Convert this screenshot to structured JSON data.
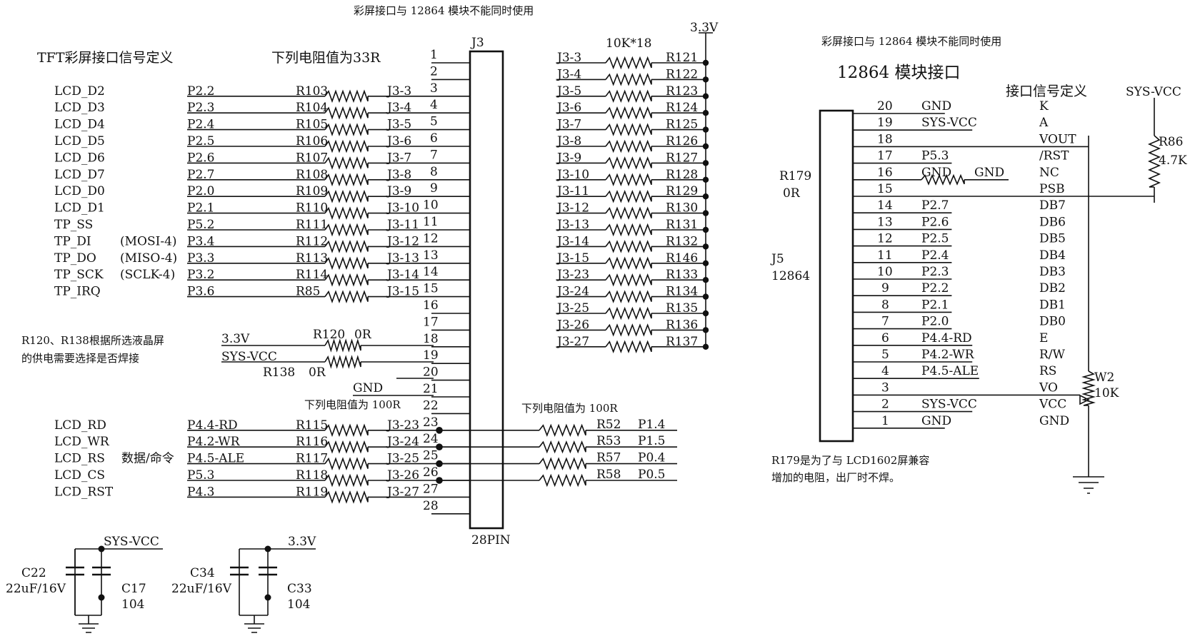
{
  "header": {
    "top_note": "彩屏接口与 12864 模块不能同时使用",
    "supply_3v3": "3.3V",
    "pullup_spec": "10K*18"
  },
  "tft": {
    "title": "TFT彩屏接口信号定义",
    "resistor_note": "下列电阻值为33R",
    "rows": [
      {
        "sig": "LCD_D2",
        "alt": "",
        "port": "P2.2",
        "res": "R103",
        "net": "J3-3"
      },
      {
        "sig": "LCD_D3",
        "alt": "",
        "port": "P2.3",
        "res": "R104",
        "net": "J3-4"
      },
      {
        "sig": "LCD_D4",
        "alt": "",
        "port": "P2.4",
        "res": "R105",
        "net": "J3-5"
      },
      {
        "sig": "LCD_D5",
        "alt": "",
        "port": "P2.5",
        "res": "R106",
        "net": "J3-6"
      },
      {
        "sig": "LCD_D6",
        "alt": "",
        "port": "P2.6",
        "res": "R107",
        "net": "J3-7"
      },
      {
        "sig": "LCD_D7",
        "alt": "",
        "port": "P2.7",
        "res": "R108",
        "net": "J3-8"
      },
      {
        "sig": "LCD_D0",
        "alt": "",
        "port": "P2.0",
        "res": "R109",
        "net": "J3-9"
      },
      {
        "sig": "LCD_D1",
        "alt": "",
        "port": "P2.1",
        "res": "R110",
        "net": "J3-10"
      },
      {
        "sig": "TP_SS",
        "alt": "",
        "port": "P5.2",
        "res": "R111",
        "net": "J3-11"
      },
      {
        "sig": "TP_DI",
        "alt": "(MOSI-4)",
        "port": "P3.4",
        "res": "R112",
        "net": "J3-12"
      },
      {
        "sig": "TP_DO",
        "alt": "(MISO-4)",
        "port": "P3.3",
        "res": "R113",
        "net": "J3-13"
      },
      {
        "sig": "TP_SCK",
        "alt": "(SCLK-4)",
        "port": "P3.2",
        "res": "R114",
        "net": "J3-14"
      },
      {
        "sig": "TP_IRQ",
        "alt": "",
        "port": "P3.6",
        "res": "R85",
        "net": "J3-15"
      }
    ],
    "power_note_1": "R120、R138根据所选液晶屏",
    "power_note_2": "的供电需要选择是否焊接",
    "p18_src": "3.3V",
    "p18_res": "R120",
    "p18_val": "0R",
    "p19_src": "SYS-VCC",
    "p20_res": "R138",
    "p20_val": "0R",
    "p21_net": "GND",
    "ctrl_note": "下列电阻值为 100R",
    "ctrl_rows": [
      {
        "sig": "LCD_RD",
        "alt": "",
        "port": "P4.4-RD",
        "res": "R115",
        "net": "J3-23"
      },
      {
        "sig": "LCD_WR",
        "alt": "",
        "port": "P4.2-WR",
        "res": "R116",
        "net": "J3-24"
      },
      {
        "sig": "LCD_RS",
        "alt": "数据/命令",
        "port": "P4.5-ALE",
        "res": "R117",
        "net": "J3-25"
      },
      {
        "sig": "LCD_CS",
        "alt": "",
        "port": "P5.3",
        "res": "R118",
        "net": "J3-26"
      },
      {
        "sig": "LCD_RST",
        "alt": "",
        "port": "P4.3",
        "res": "R119",
        "net": "J3-27"
      }
    ]
  },
  "j3": {
    "ref": "J3",
    "footprint": "28PIN",
    "pins": [
      "1",
      "2",
      "3",
      "4",
      "5",
      "6",
      "7",
      "8",
      "9",
      "10",
      "11",
      "12",
      "13",
      "14",
      "15",
      "16",
      "17",
      "18",
      "19",
      "20",
      "21",
      "22",
      "23",
      "24",
      "25",
      "26",
      "27",
      "28"
    ]
  },
  "pullups": {
    "rows": [
      {
        "net": "J3-3",
        "res": "R121"
      },
      {
        "net": "J3-4",
        "res": "R122"
      },
      {
        "net": "J3-5",
        "res": "R123"
      },
      {
        "net": "J3-6",
        "res": "R124"
      },
      {
        "net": "J3-7",
        "res": "R125"
      },
      {
        "net": "J3-8",
        "res": "R126"
      },
      {
        "net": "J3-9",
        "res": "R127"
      },
      {
        "net": "J3-10",
        "res": "R128"
      },
      {
        "net": "J3-11",
        "res": "R129"
      },
      {
        "net": "J3-12",
        "res": "R130"
      },
      {
        "net": "J3-13",
        "res": "R131"
      },
      {
        "net": "J3-14",
        "res": "R132"
      },
      {
        "net": "J3-15",
        "res": "R146"
      },
      {
        "net": "J3-23",
        "res": "R133"
      },
      {
        "net": "J3-24",
        "res": "R134"
      },
      {
        "net": "J3-25",
        "res": "R135"
      },
      {
        "net": "J3-26",
        "res": "R136"
      },
      {
        "net": "J3-27",
        "res": "R137"
      }
    ]
  },
  "right_bus": {
    "note": "下列电阻值为 100R",
    "rows": [
      {
        "res": "R52",
        "port": "P1.4"
      },
      {
        "res": "R53",
        "port": "P1.5"
      },
      {
        "res": "R57",
        "port": "P0.4"
      },
      {
        "res": "R58",
        "port": "P0.5"
      }
    ]
  },
  "caps": {
    "left_rail": "SYS-VCC",
    "right_rail": "3.3V",
    "c22_ref": "C22",
    "c22_val": "22uF/16V",
    "c17_ref": "C17",
    "c17_val": "104",
    "c34_ref": "C34",
    "c34_val": "22uF/16V",
    "c33_ref": "C33",
    "c33_val": "104"
  },
  "m12864": {
    "top_note": "彩屏接口与 12864 模块不能同时使用",
    "title": "12864 模块接口",
    "subtitle": "接口信号定义",
    "ref": "J5",
    "part": "12864",
    "r179_ref": "R179",
    "r179_val": "0R",
    "r179_note_1": "R179是为了与 LCD1602屏兼容",
    "r179_note_2": "增加的电阻，出厂时不焊。",
    "rows": [
      {
        "pin": "20",
        "net": "GND",
        "fn": "K"
      },
      {
        "pin": "19",
        "net": "SYS-VCC",
        "fn": "A"
      },
      {
        "pin": "18",
        "net": "",
        "fn": "VOUT"
      },
      {
        "pin": "17",
        "net": "P5.3",
        "fn": "/RST"
      },
      {
        "pin": "16",
        "net": "GND",
        "fn": "NC"
      },
      {
        "pin": "15",
        "net": "",
        "fn": "PSB"
      },
      {
        "pin": "14",
        "net": "P2.7",
        "fn": "DB7"
      },
      {
        "pin": "13",
        "net": "P2.6",
        "fn": "DB6"
      },
      {
        "pin": "12",
        "net": "P2.5",
        "fn": "DB5"
      },
      {
        "pin": "11",
        "net": "P2.4",
        "fn": "DB4"
      },
      {
        "pin": "10",
        "net": "P2.3",
        "fn": "DB3"
      },
      {
        "pin": "9",
        "net": "P2.2",
        "fn": "DB2"
      },
      {
        "pin": "8",
        "net": "P2.1",
        "fn": "DB1"
      },
      {
        "pin": "7",
        "net": "P2.0",
        "fn": "DB0"
      },
      {
        "pin": "6",
        "net": "P4.4-RD",
        "fn": "E"
      },
      {
        "pin": "5",
        "net": "P4.2-WR",
        "fn": "R/W"
      },
      {
        "pin": "4",
        "net": "P4.5-ALE",
        "fn": "RS"
      },
      {
        "pin": "3",
        "net": "",
        "fn": "VO"
      },
      {
        "pin": "2",
        "net": "SYS-VCC",
        "fn": "VCC"
      },
      {
        "pin": "1",
        "net": "GND",
        "fn": "GND"
      }
    ],
    "rail": "SYS-VCC",
    "r86_ref": "R86",
    "r86_val": "4.7K",
    "w2_ref": "W2",
    "w2_val": "10K"
  }
}
